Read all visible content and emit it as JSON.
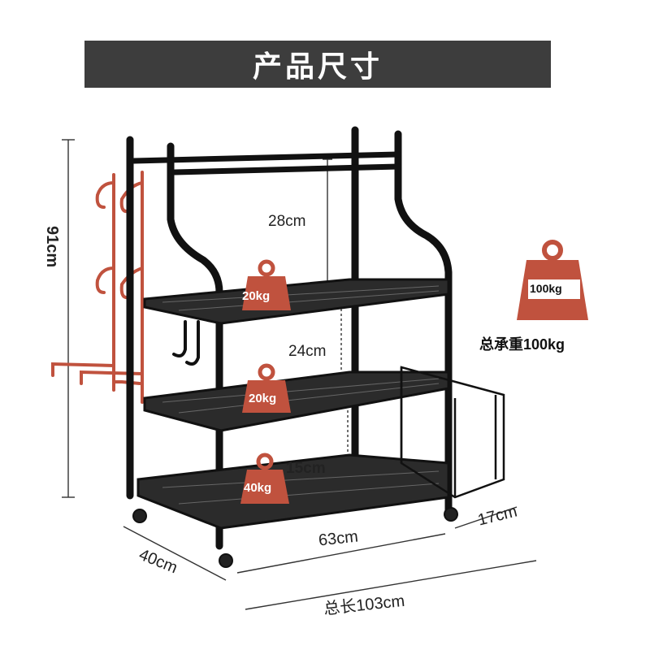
{
  "title": "产品尺寸",
  "dimensions": {
    "height_total": "91cm",
    "shelf_gap_top": "28cm",
    "shelf_gap_middle": "24cm",
    "shelf_gap_bottom": "15cm",
    "inner_width": "63cm",
    "depth": "40cm",
    "basket_width": "17cm",
    "total_length": "总长103cm"
  },
  "shelf_loads": {
    "top": "20kg",
    "middle": "20kg",
    "bottom": "40kg"
  },
  "total_load": {
    "weight_label": "100kg",
    "caption": "总承重100kg"
  },
  "colors": {
    "frame": "#111111",
    "hooks": "#c0523e",
    "weight_icon": "#c0523e",
    "title_bar": "#3d3d3d"
  }
}
